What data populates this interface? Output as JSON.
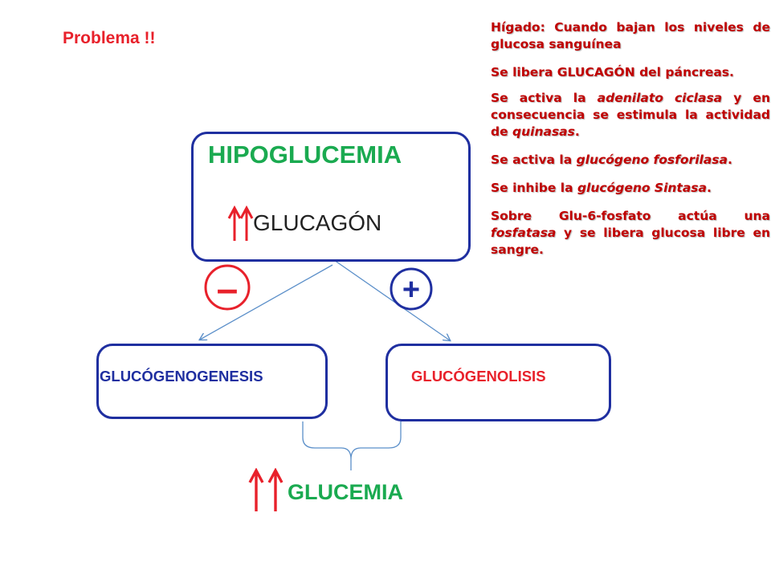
{
  "problem_label": "Problema !!",
  "side_text": {
    "p1": "Hígado: Cuando bajan los niveles de glucosa sanguínea",
    "p2": "Se libera GLUCAGÓN del páncreas.",
    "p3_a": "Se activa la ",
    "p3_em1": "adenilato ciclasa",
    "p3_b": " y en consecuencia se estimula la actividad de ",
    "p3_em2": "quinasas",
    "p3_c": ".",
    "p4_a": "Se activa la ",
    "p4_em": "glucógeno fosforilasa",
    "p4_b": ".",
    "p5_a": "Se inhibe la ",
    "p5_em": "glucógeno Sintasa",
    "p5_b": ".",
    "p6_a": "Sobre Glu-6-fosfato actúa una ",
    "p6_em": "fosfatasa",
    "p6_b": " y se libera glucosa libre en sangre."
  },
  "main_box": {
    "title": "HIPOGLUCEMIA",
    "hormone": "GLUCAGÓN"
  },
  "signs": {
    "minus": "–",
    "plus": "+"
  },
  "left_box": {
    "label": "GLUCÓGENOGENESIS"
  },
  "right_box": {
    "label": "GLUCÓGENOLISIS"
  },
  "result": {
    "label": "GLUCEMIA"
  },
  "colors": {
    "red": "#e8212b",
    "dark_red": "#c00000",
    "green": "#1aaa50",
    "navy": "#1f2fa0",
    "connector": "#5b8fc9"
  }
}
